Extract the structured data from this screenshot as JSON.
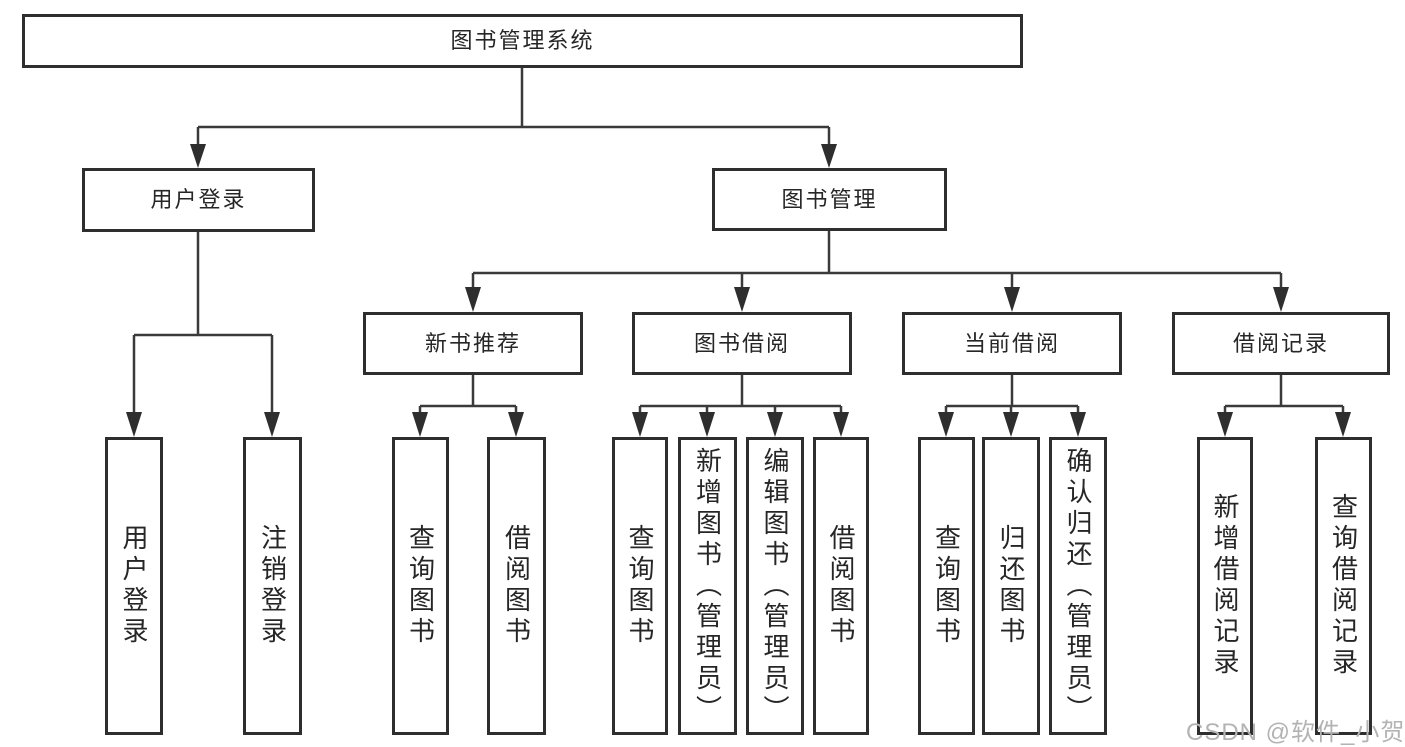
{
  "diagram": {
    "title": "图书管理系统",
    "type": "functional-structure-tree"
  },
  "nodes": {
    "root": {
      "label": "图书管理系统",
      "level": 1,
      "parent": null
    },
    "user_login": {
      "label": "用户登录",
      "level": 2,
      "parent": "root"
    },
    "book_management": {
      "label": "图书管理",
      "level": 2,
      "parent": "root"
    },
    "new_book_recommend": {
      "label": "新书推荐",
      "level": 3,
      "parent": "book_management"
    },
    "book_borrow": {
      "label": "图书借阅",
      "level": 3,
      "parent": "book_management"
    },
    "current_borrow": {
      "label": "当前借阅",
      "level": 3,
      "parent": "book_management"
    },
    "borrow_records": {
      "label": "借阅记录",
      "level": 3,
      "parent": "book_management"
    },
    "leaf_user_login": {
      "label": "用户登录",
      "level": 4,
      "parent": "user_login"
    },
    "leaf_logout": {
      "label": "注销登录",
      "level": 4,
      "parent": "user_login"
    },
    "leaf_query_books_1": {
      "label": "查询图书",
      "level": 4,
      "parent": "new_book_recommend"
    },
    "leaf_borrow_books_1": {
      "label": "借阅图书",
      "level": 4,
      "parent": "new_book_recommend"
    },
    "leaf_query_books_2": {
      "label": "查询图书",
      "level": 4,
      "parent": "book_borrow"
    },
    "leaf_add_book_admin": {
      "label": "新增图书（管理员）",
      "level": 4,
      "parent": "book_borrow"
    },
    "leaf_edit_book_admin": {
      "label": "编辑图书（管理员）",
      "level": 4,
      "parent": "book_borrow"
    },
    "leaf_borrow_books_2": {
      "label": "借阅图书",
      "level": 4,
      "parent": "book_borrow"
    },
    "leaf_query_books_3": {
      "label": "查询图书",
      "level": 4,
      "parent": "current_borrow"
    },
    "leaf_return_book": {
      "label": "归还图书",
      "level": 4,
      "parent": "current_borrow"
    },
    "leaf_confirm_return_admin": {
      "label": "确认归还（管理员）",
      "level": 4,
      "parent": "current_borrow"
    },
    "leaf_add_borrow_record": {
      "label": "新增借阅记录",
      "level": 4,
      "parent": "borrow_records"
    },
    "leaf_query_borrow_record": {
      "label": "查询借阅记录",
      "level": 4,
      "parent": "borrow_records"
    }
  },
  "watermark": {
    "text": "CSDN @软件_小贺同学"
  },
  "colors": {
    "line": "#3a3a3a",
    "border": "#2e2e2e",
    "text": "#262626",
    "watermark": "#b3b3b3",
    "background": "#ffffff"
  }
}
